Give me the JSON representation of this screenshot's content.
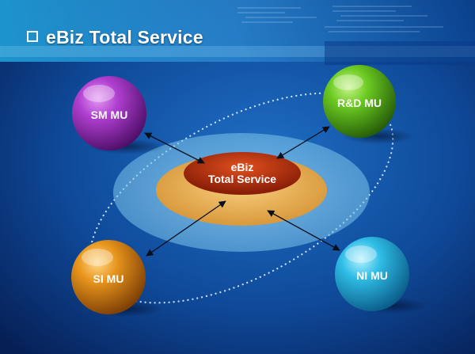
{
  "title": "eBiz Total Service",
  "center": {
    "line1": "eBiz",
    "line2": "Total Service"
  },
  "nodes": {
    "sm": "SM MU",
    "rd": "R&D MU",
    "si": "SI MU",
    "ni": "NI MU"
  },
  "colors": {
    "background": "#0a2f6e",
    "center_core": "#b5300f",
    "center_ring": "#e8b15a",
    "sm": "#9a2db8",
    "rd": "#5cc21e",
    "si": "#e08a14",
    "ni": "#27b8e0"
  }
}
